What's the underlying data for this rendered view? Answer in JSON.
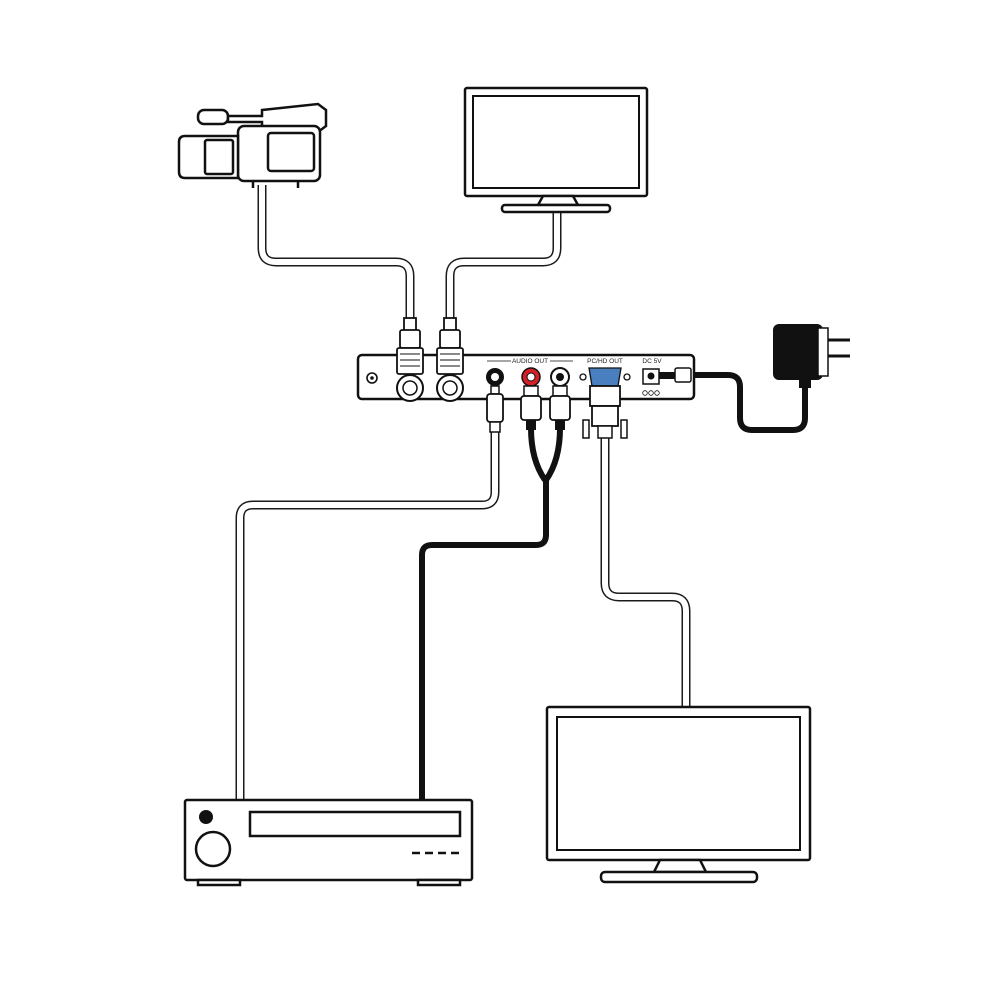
{
  "device": {
    "audio_out_label": "AUDIO OUT",
    "pc_hd_out_label": "PC/HD OUT",
    "dc_label": "DC 5V"
  },
  "colors": {
    "line": "#111111",
    "cable_fill": "#ffffff",
    "rca_red": "#d42027",
    "vga_blue": "#4a7fbf",
    "device_body": "#ffffff"
  }
}
